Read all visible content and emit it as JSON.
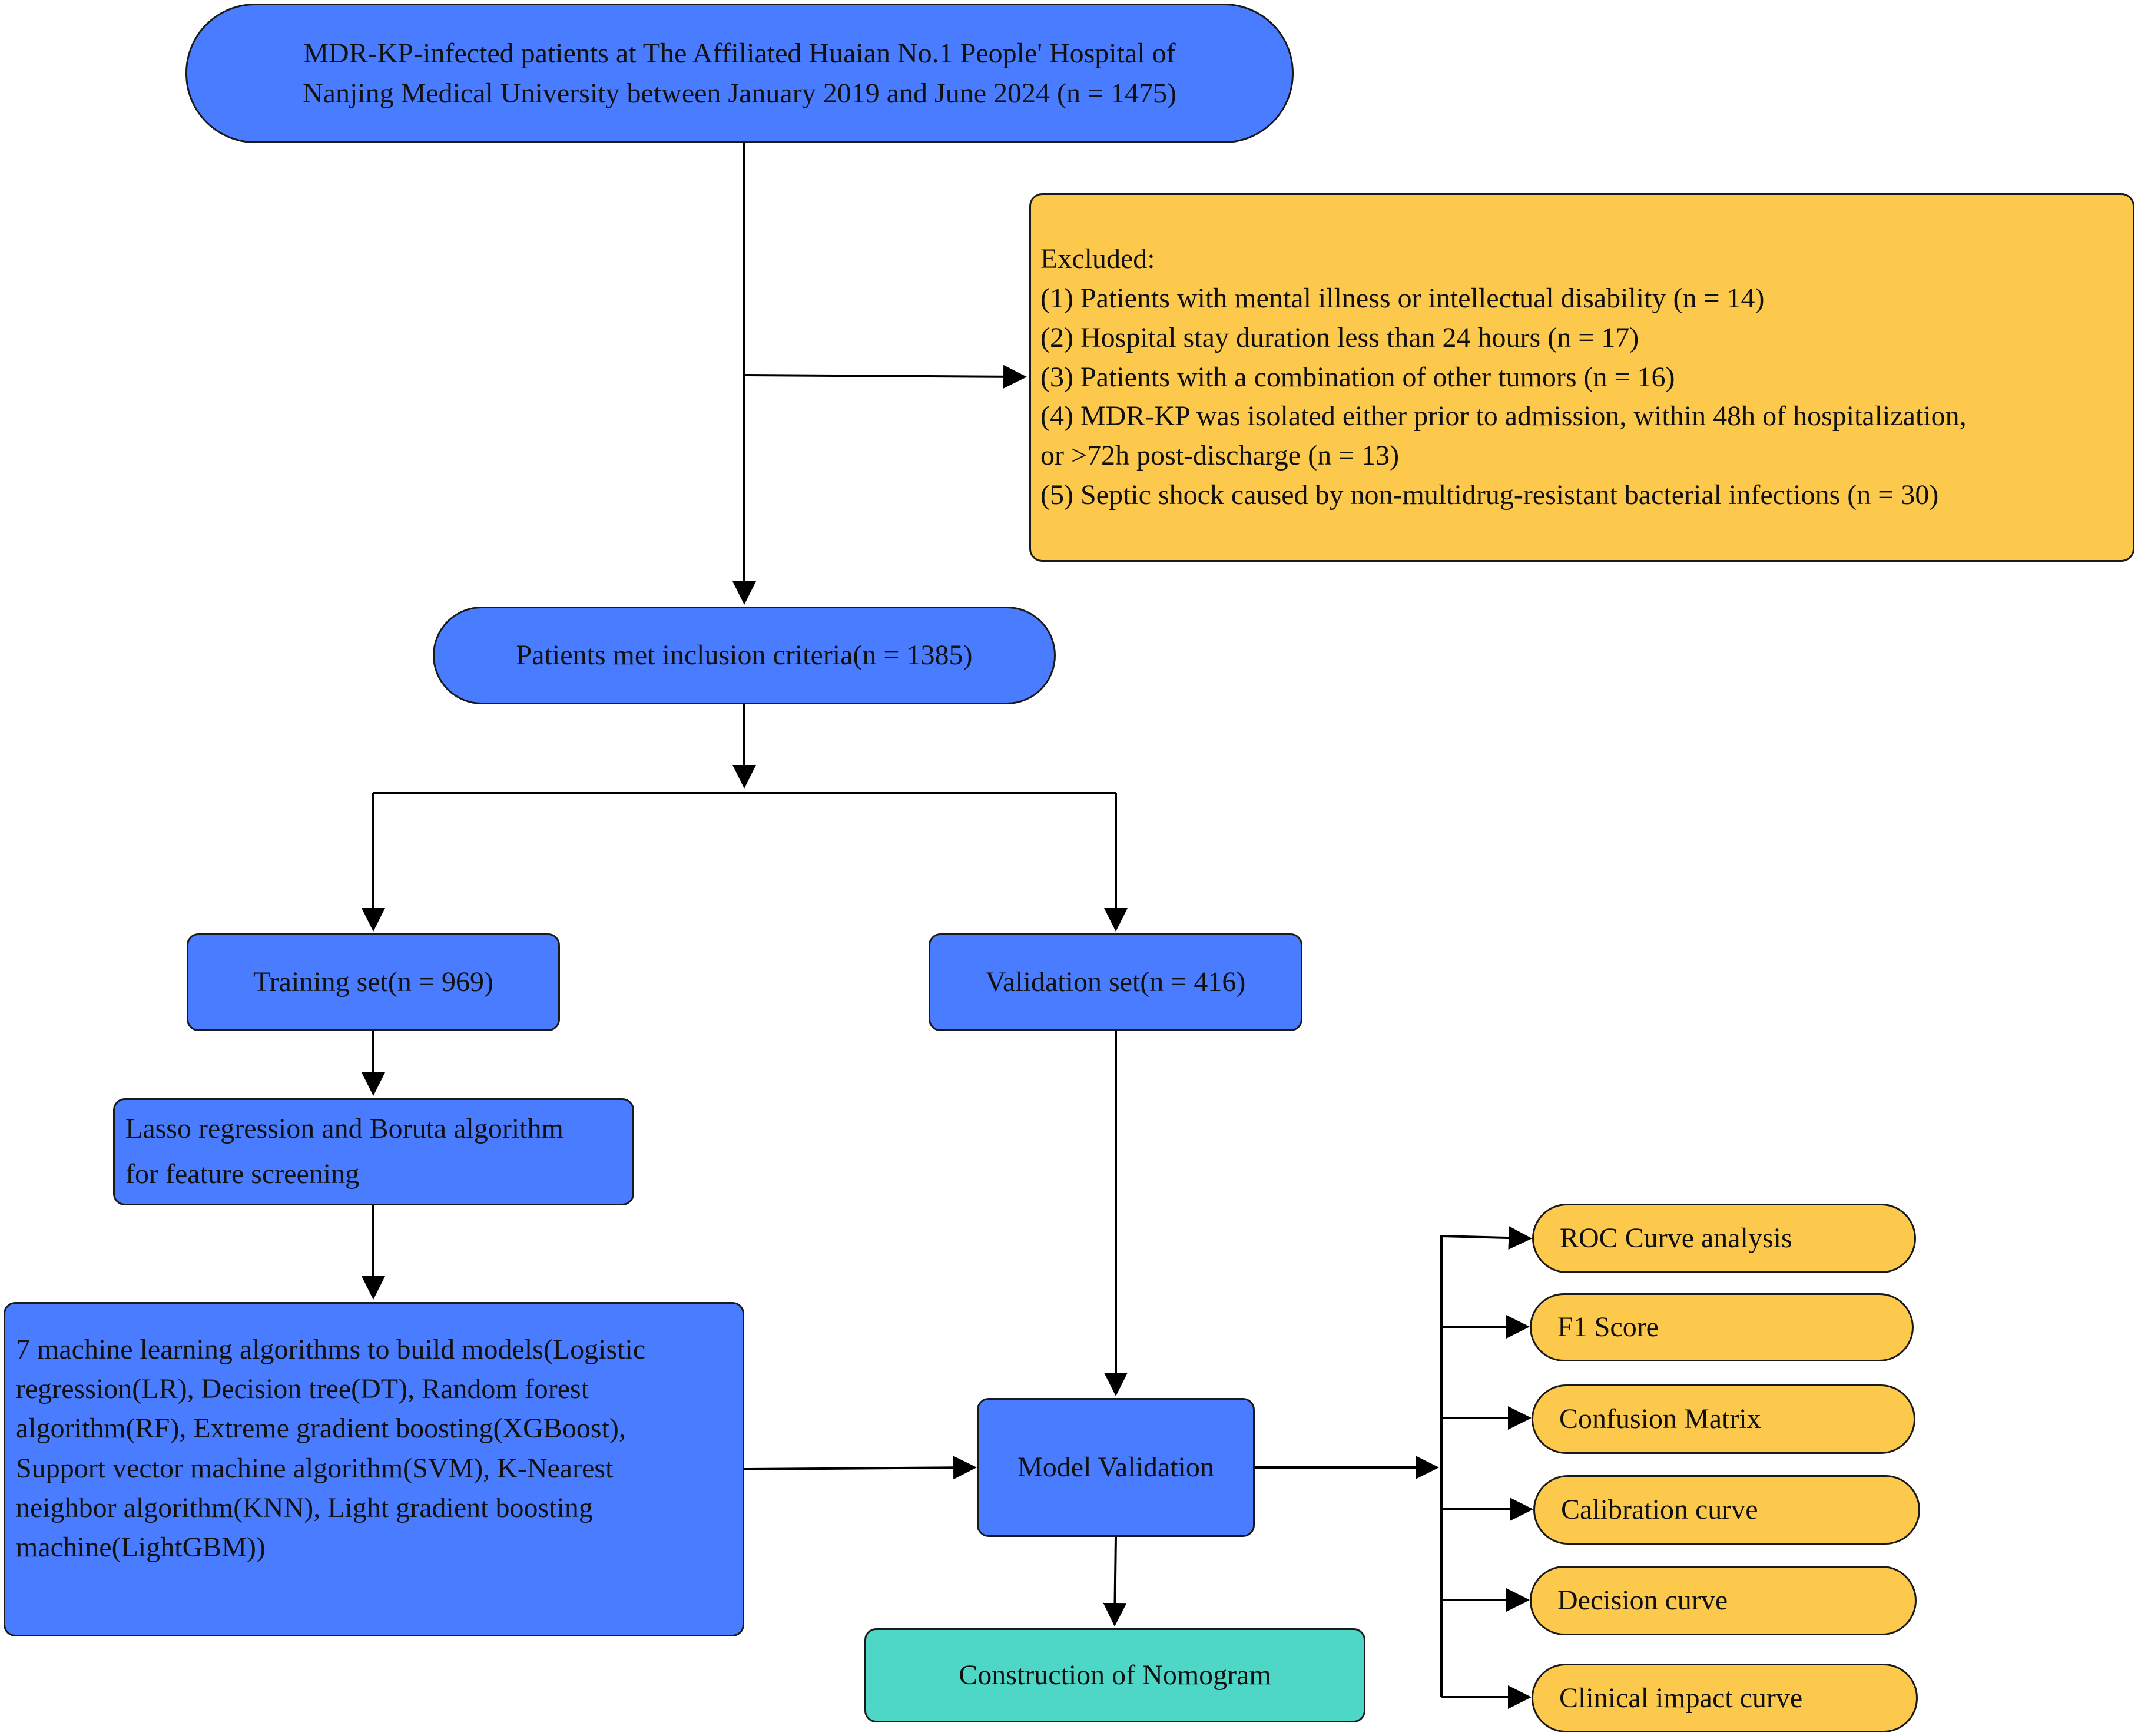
{
  "colors": {
    "primary_box": "#4a7cff",
    "exclusion_box": "#fcc94c",
    "metric_box": "#fcc94c",
    "nomogram_box": "#4ed7c6",
    "arrow": "#000000"
  },
  "nodes": {
    "cohort": {
      "lines": [
        "MDR-KP-infected patients at The Affiliated Huaian No.1 People' Hospital of",
        "Nanjing Medical University between January 2019 and June 2024 (n = 1475)"
      ]
    },
    "excluded": {
      "lines": [
        "Excluded:",
        "(1) Patients with mental illness or intellectual disability (n = 14)",
        "(2) Hospital stay duration less than 24 hours (n = 17)",
        "(3) Patients with a combination of other tumors (n = 16)",
        "(4) MDR-KP was isolated either prior to admission, within 48h of hospitalization,",
        "or >72h post-discharge (n = 13)",
        "(5) Septic shock caused by non-multidrug-resistant bacterial infections (n = 30)"
      ]
    },
    "inclusion": {
      "text": "Patients met inclusion criteria(n = 1385)"
    },
    "training": {
      "text": "Training set(n = 969)"
    },
    "validation_set": {
      "text": "Validation set(n = 416)"
    },
    "feature": {
      "lines": [
        "Lasso regression and Boruta algorithm",
        "for feature screening"
      ]
    },
    "algorithms": {
      "lines": [
        "7 machine learning algorithms to build models(Logistic",
        "regression(LR), Decision tree(DT), Random forest",
        "algorithm(RF), Extreme gradient boosting(XGBoost),",
        "Support vector machine algorithm(SVM), K-Nearest",
        "neighbor algorithm(KNN), Light gradient boosting",
        "machine(LightGBM))"
      ]
    },
    "model_validation": {
      "text": "Model Validation"
    },
    "nomogram": {
      "text": "Construction of Nomogram"
    },
    "metrics": [
      "ROC Curve analysis",
      "F1 Score",
      "Confusion Matrix",
      "Calibration curve",
      "Decision curve",
      "Clinical impact curve"
    ]
  }
}
